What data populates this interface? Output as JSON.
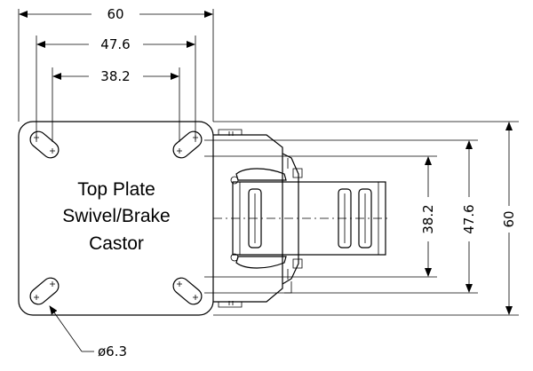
{
  "dimensions": {
    "overall_width": "60",
    "bolt_spacing_outer": "47.6",
    "bolt_spacing_inner": "38.2",
    "side_inner": "38.2",
    "side_outer": "47.6",
    "side_overall": "60",
    "hole_diameter": "ø6.3"
  },
  "label": {
    "line1": "Top Plate",
    "line2": "Swivel/Brake",
    "line3": "Castor"
  }
}
